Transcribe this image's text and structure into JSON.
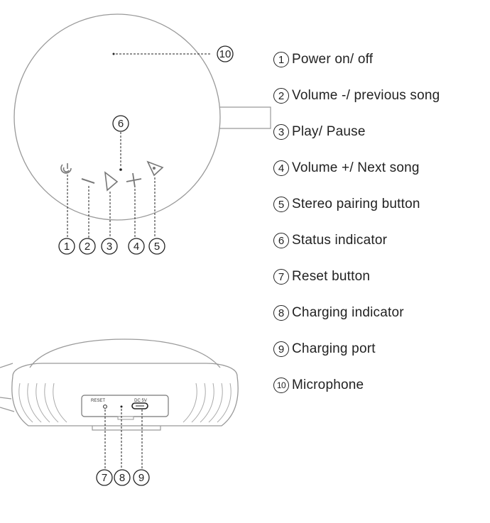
{
  "legend": [
    {
      "num": "1",
      "label": "Power on/ off"
    },
    {
      "num": "2",
      "label": "Volume -/ previous song"
    },
    {
      "num": "3",
      "label": "Play/ Pause"
    },
    {
      "num": "4",
      "label": "Volume +/ Next song"
    },
    {
      "num": "5",
      "label": "Stereo pairing button"
    },
    {
      "num": "6",
      "label": "Status indicator"
    },
    {
      "num": "7",
      "label": "Reset button"
    },
    {
      "num": "8",
      "label": "Charging indicator"
    },
    {
      "num": "9",
      "label": "Charging port"
    },
    {
      "num": "10",
      "label": "Microphone"
    }
  ],
  "callouts": {
    "c1": "1",
    "c2": "2",
    "c3": "3",
    "c4": "4",
    "c5": "5",
    "c6": "6",
    "c7": "7",
    "c8": "8",
    "c9": "9",
    "c10": "10"
  },
  "port_labels": {
    "reset": "RESET",
    "dc": "DC 5V"
  },
  "colors": {
    "line": "#222222",
    "outline": "#999999"
  },
  "icons": {
    "power": "power-icon",
    "minus": "minus-icon",
    "play": "play-icon",
    "plus": "plus-icon",
    "pair": "pair-icon"
  }
}
